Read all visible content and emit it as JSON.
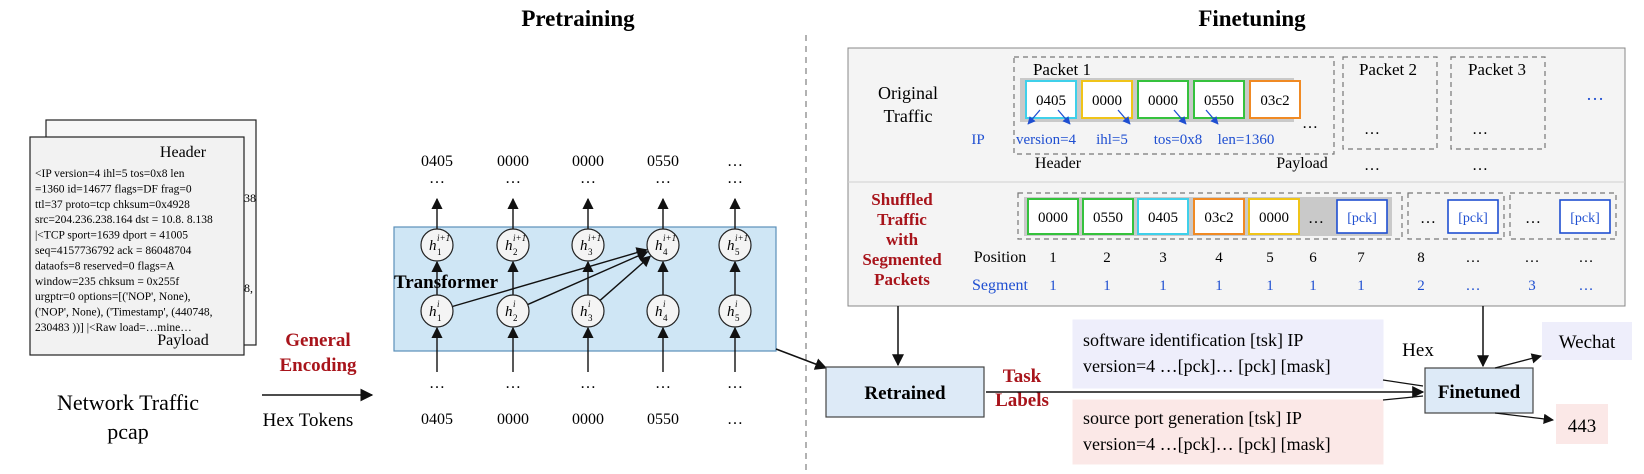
{
  "headers": {
    "pretraining": "Pretraining",
    "finetuning": "Finetuning"
  },
  "doc_card": {
    "header_label": "Header",
    "payload_label": "Payload",
    "behind_fragments": [
      "38",
      "8,"
    ],
    "lines": [
      "<IP  version=4 ihl=5 tos=0x8 len",
      "=1360 id=14677 flags=DF frag=0",
      "ttl=37 proto=tcp chksum=0x4928",
      "src=204.236.238.164 dst = 10.8. 8.138",
      "|<TCP  sport=1639 dport = 41005",
      "seq=4157736792 ack = 86048704",
      "dataofs=8 reserved=0 flags=A",
      "window=235 chksum = 0x255f",
      "urgptr=0 options=[('NOP', None),",
      "('NOP', None), ('Timestamp', (440748,",
      "230483 ))] |<Raw load=…mine…"
    ]
  },
  "network_traffic": [
    "Network Traffic",
    "pcap"
  ],
  "general_encoding": [
    "General",
    "Encoding"
  ],
  "hex_tokens_label": "Hex Tokens",
  "transformer_label": "Transformer",
  "output_tokens": [
    "0405",
    "0000",
    "0000",
    "0550",
    "…"
  ],
  "input_tokens": [
    "0405",
    "0000",
    "0000",
    "0550",
    "…"
  ],
  "ellipsis": "…",
  "hidden_nodes_top": [
    {
      "base": "h",
      "sub": "1",
      "sup": "i+1"
    },
    {
      "base": "h",
      "sub": "2",
      "sup": "i+1"
    },
    {
      "base": "h",
      "sub": "3",
      "sup": "i+1"
    },
    {
      "base": "h",
      "sub": "4",
      "sup": "i+1"
    },
    {
      "base": "h",
      "sub": "5",
      "sup": "i+1"
    }
  ],
  "hidden_nodes_bottom": [
    {
      "base": "h",
      "sub": "1",
      "sup": "i"
    },
    {
      "base": "h",
      "sub": "2",
      "sup": "i"
    },
    {
      "base": "h",
      "sub": "3",
      "sup": "i"
    },
    {
      "base": "h",
      "sub": "4",
      "sup": "i"
    },
    {
      "base": "h",
      "sub": "5",
      "sup": "i"
    }
  ],
  "original_traffic": {
    "label": [
      "Original",
      "Traffic"
    ],
    "packet_labels": [
      "Packet 1",
      "Packet 2",
      "Packet 3"
    ],
    "hex_tokens": [
      {
        "text": "0405",
        "color": "#3fd0ea"
      },
      {
        "text": "0000",
        "color": "#f0c419"
      },
      {
        "text": "0000",
        "color": "#35c23d"
      },
      {
        "text": "0550",
        "color": "#35c23d"
      },
      {
        "text": "03c2",
        "color": "#f08a24"
      }
    ],
    "ip_fields": [
      "IP",
      "version=4",
      "ihl=5",
      "tos=0x8",
      "len=1360"
    ],
    "header_label": "Header",
    "payload_label": "Payload"
  },
  "shuffled": {
    "label": [
      "Shuffled",
      "Traffic",
      "with",
      "Segmented",
      "Packets"
    ],
    "tokens": [
      {
        "text": "0000",
        "color": "#35c23d"
      },
      {
        "text": "0550",
        "color": "#35c23d"
      },
      {
        "text": "0405",
        "color": "#3fd0ea"
      },
      {
        "text": "03c2",
        "color": "#f08a24"
      },
      {
        "text": "0000",
        "color": "#f0c419"
      }
    ],
    "pck_label": "[pck]",
    "position_label": "Position",
    "segment_label": "Segment",
    "positions": [
      "1",
      "2",
      "3",
      "4",
      "5",
      "6",
      "7",
      "8",
      "…",
      "…",
      "…"
    ],
    "segments": [
      "1",
      "1",
      "1",
      "1",
      "1",
      "1",
      "1",
      "2",
      "…",
      "3",
      "…"
    ]
  },
  "retrained_label": "Retrained",
  "task_labels": [
    "Task",
    "Labels"
  ],
  "finetuned_label": "Finetuned",
  "hex_label": "Hex",
  "task1": [
    "software identification [tsk] IP",
    "version=4 …[pck]… [pck]  [mask]"
  ],
  "task2": [
    "source port generation [tsk] IP",
    "version=4 …[pck]… [pck] [mask]"
  ],
  "output_wechat": "Wechat",
  "output_443": "443",
  "colors": {
    "transformer_fill": "#cfe6f5",
    "accent_red": "#a8141b",
    "accent_blue": "#1f4fd1",
    "task1_fill": "#eeeefb",
    "task2_fill": "#fbe8e7",
    "stage_fill": "#ddeaf7"
  }
}
